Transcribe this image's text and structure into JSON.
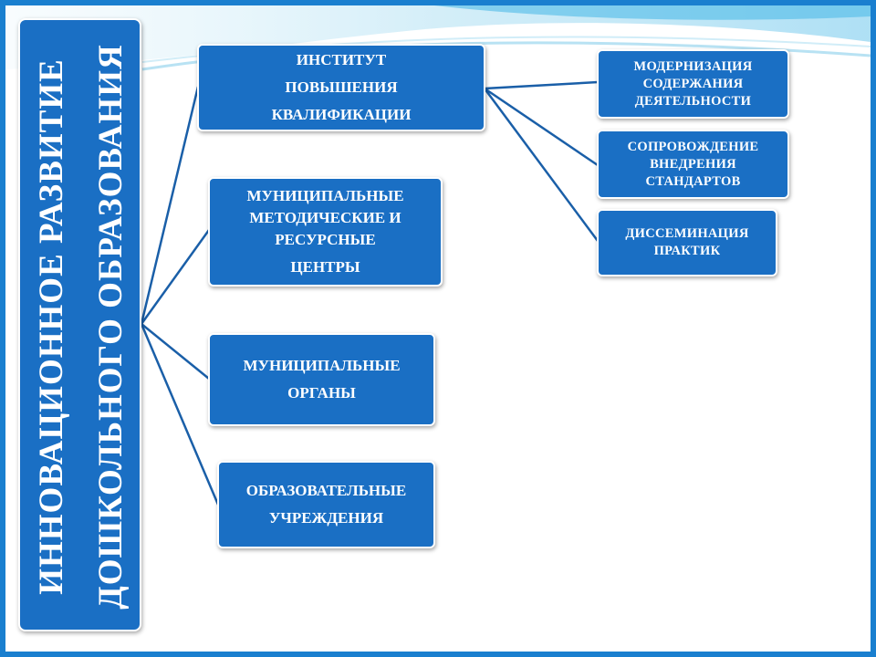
{
  "title": {
    "line1": "ИННОВАЦИОННОЕ РАЗВИТИЕ",
    "line2": "ДОШКОЛЬНОГО ОБРАЗОВАНИЯ"
  },
  "left_boxes": [
    {
      "lines": [
        "ИНСТИТУТ",
        "ПОВЫШЕНИЯ",
        "КВАЛИФИКАЦИИ"
      ]
    },
    {
      "lines": [
        "МУНИЦИПАЛЬНЫЕ",
        "МЕТОДИЧЕСКИЕ И",
        "РЕСУРСНЫЕ",
        "ЦЕНТРЫ"
      ]
    },
    {
      "lines": [
        "МУНИЦИПАЛЬНЫЕ",
        "ОРГАНЫ"
      ]
    },
    {
      "lines": [
        "ОБРАЗОВАТЕЛЬНЫЕ",
        "УЧРЕЖДЕНИЯ"
      ]
    }
  ],
  "right_boxes": [
    {
      "lines": [
        "МОДЕРНИЗАЦИЯ",
        "СОДЕРЖАНИЯ",
        "ДЕЯТЕЛЬНОСТИ"
      ]
    },
    {
      "lines": [
        "СОПРОВОЖДЕНИЕ",
        "ВНЕДРЕНИЯ",
        "СТАНДАРТОВ"
      ]
    },
    {
      "lines": [
        "ДИССЕМИНАЦИЯ",
        "ПРАКТИК"
      ]
    }
  ],
  "colors": {
    "box_fill": "#1a6fc4",
    "line": "#1a5fa8",
    "frame": "#1a7fcf"
  }
}
